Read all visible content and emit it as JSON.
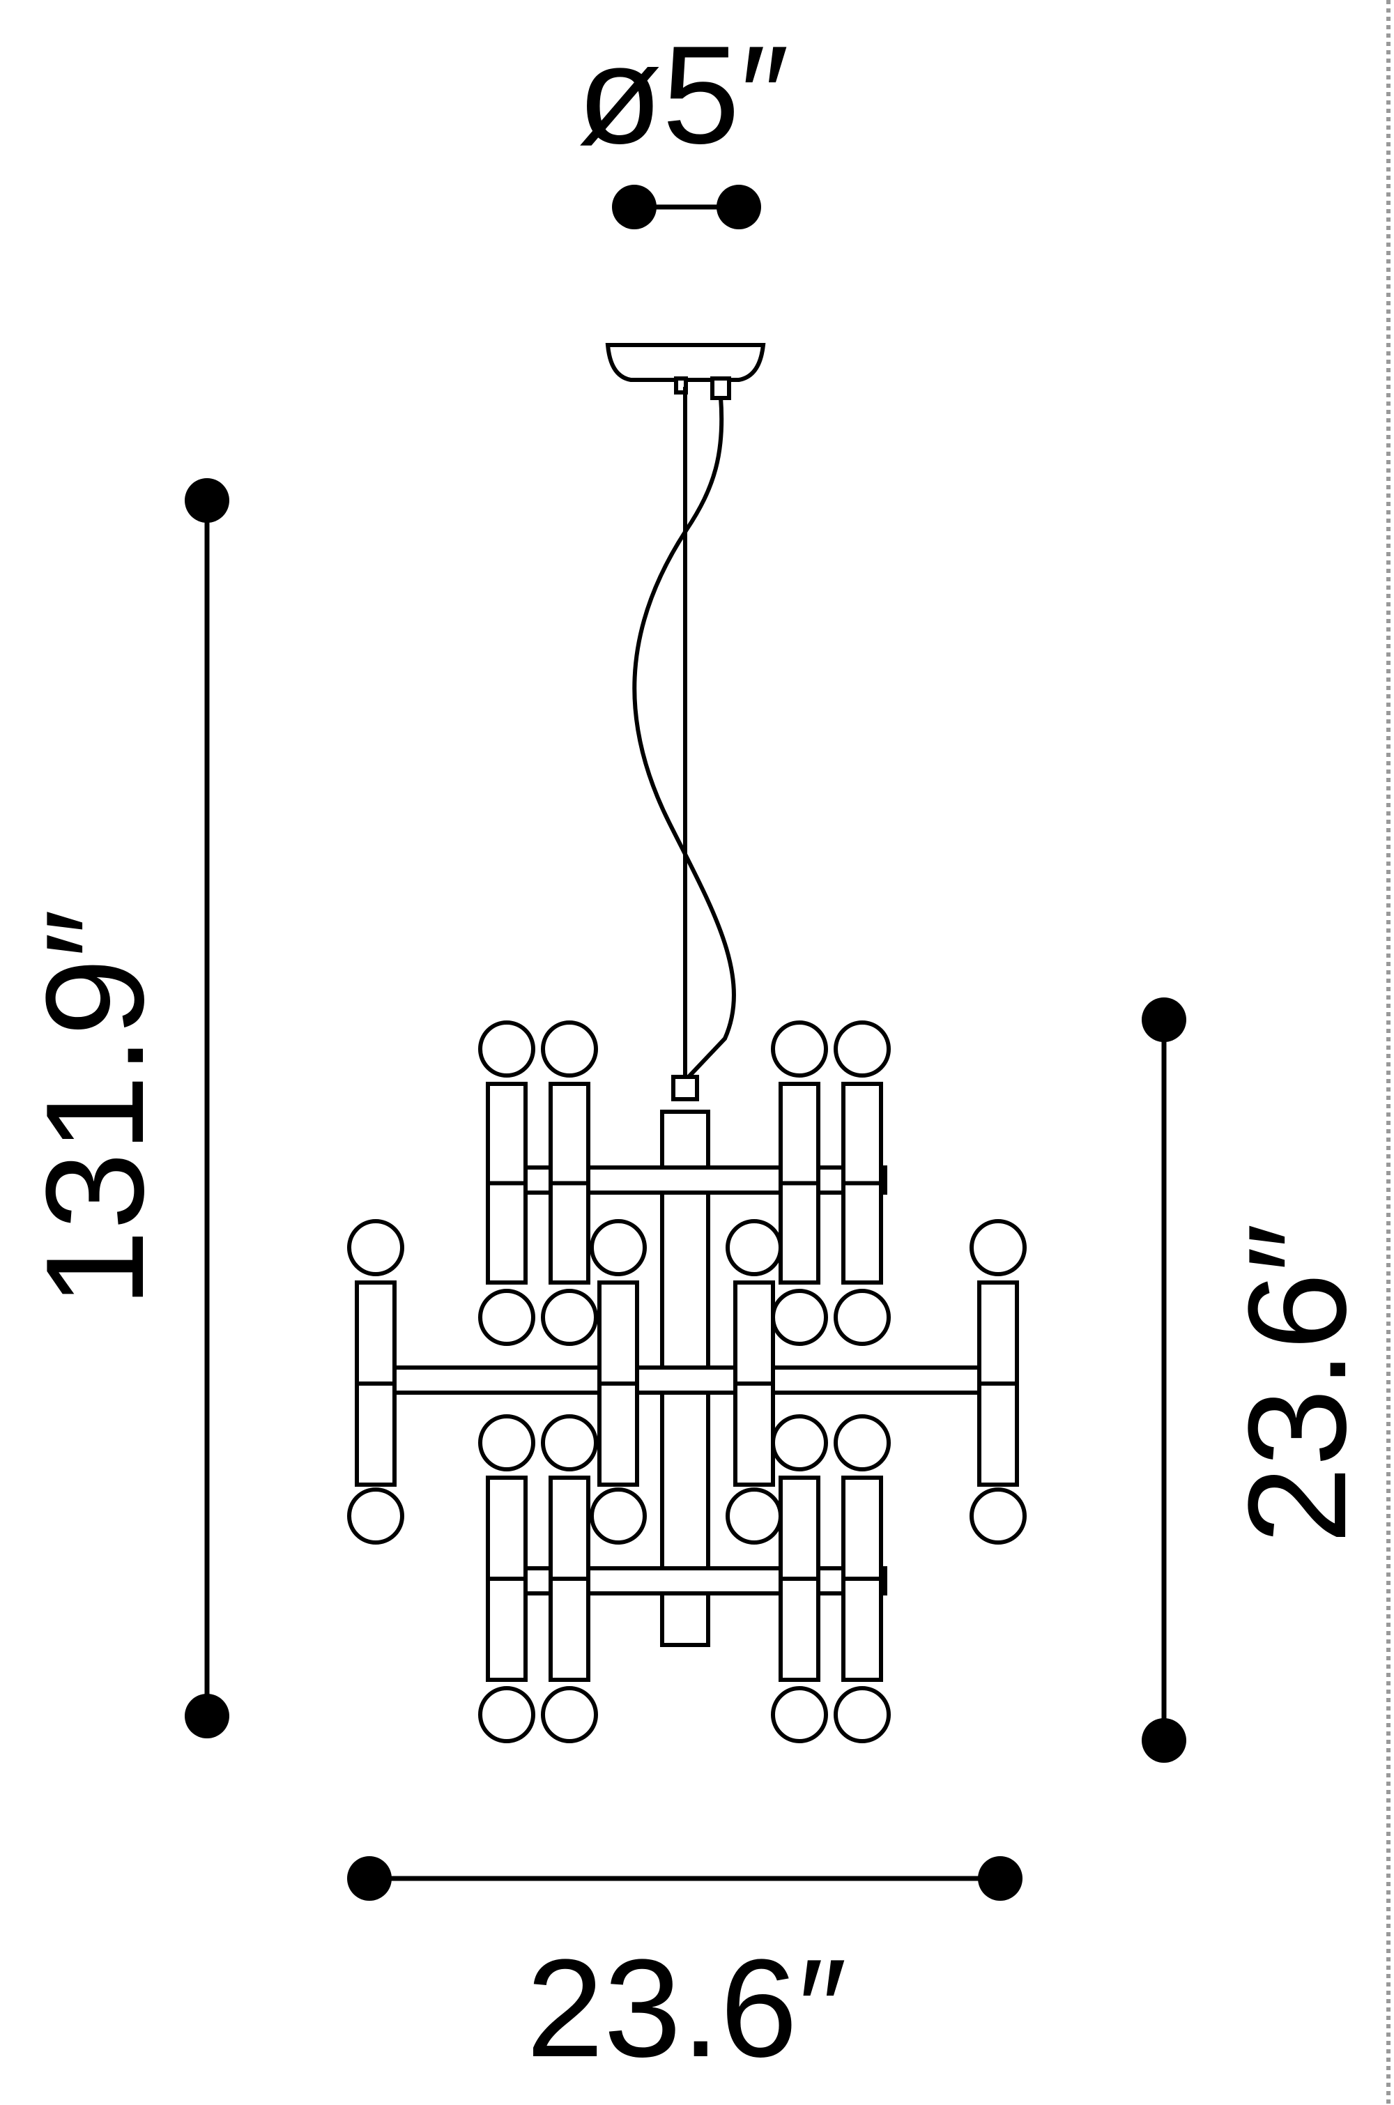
{
  "dimensions": {
    "diameter": "ø5″",
    "overall_height": "131.9″",
    "fixture_height": "23.6″",
    "width": "23.6″"
  },
  "colors": {
    "ink": "#000000",
    "paper": "#ffffff"
  }
}
